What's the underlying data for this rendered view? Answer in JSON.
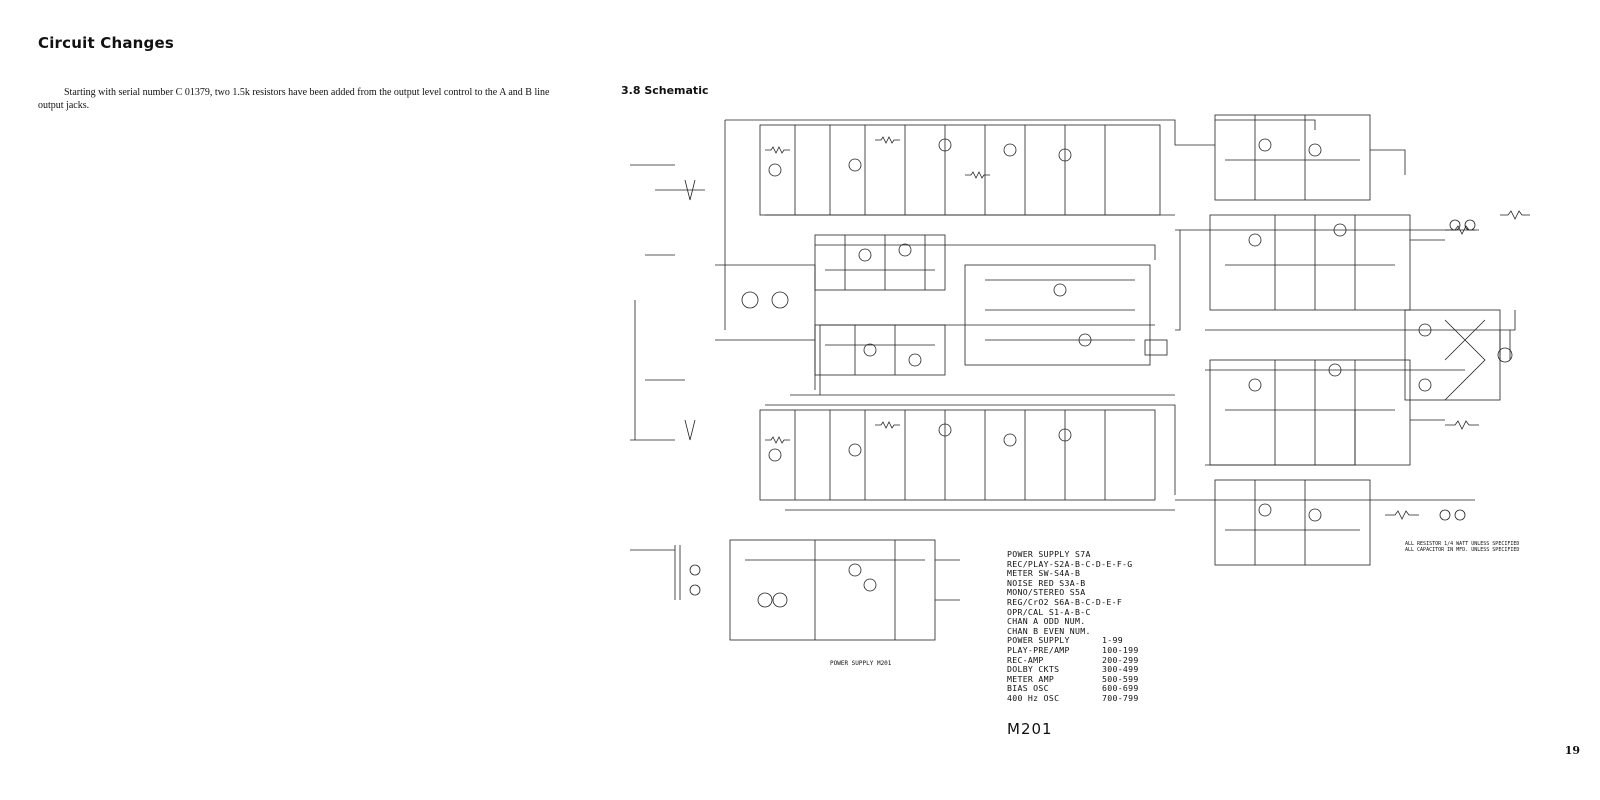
{
  "left_page": {
    "title": "Circuit Changes",
    "paragraph": "Starting with serial number C 01379, two 1.5k resistors have been added from the output level control to the A and B line output jacks."
  },
  "right_page": {
    "section_title": "3.8 Schematic",
    "psu_caption": "POWER SUPPLY M201",
    "resistor_note": [
      "ALL RESISTOR 1/4 WATT UNLESS SPECIFIED",
      "ALL CAPACITOR IN MFD. UNLESS SPECIFIED"
    ],
    "legend": [
      {
        "k": "POWER SUPPLY S7A",
        "v": ""
      },
      {
        "k": "REC/PLAY-S2A-B-C-D-E-F-G",
        "v": ""
      },
      {
        "k": "METER SW-S4A-B",
        "v": ""
      },
      {
        "k": "NOISE RED S3A-B",
        "v": ""
      },
      {
        "k": "MONO/STEREO S5A",
        "v": ""
      },
      {
        "k": "REG/CrO2 S6A-B-C-D-E-F",
        "v": ""
      },
      {
        "k": "OPR/CAL S1-A-B-C",
        "v": ""
      },
      {
        "k": "CHAN A  ODD NUM.",
        "v": ""
      },
      {
        "k": "CHAN B  EVEN NUM.",
        "v": ""
      },
      {
        "k": "POWER SUPPLY",
        "v": "1-99"
      },
      {
        "k": "PLAY-PRE/AMP",
        "v": "100-199"
      },
      {
        "k": "REC-AMP",
        "v": "200-299"
      },
      {
        "k": "DOLBY CKTS",
        "v": "300-499"
      },
      {
        "k": "METER AMP",
        "v": "500-599"
      },
      {
        "k": "BIAS OSC",
        "v": "600-699"
      },
      {
        "k": "400 Hz OSC",
        "v": "700-799"
      }
    ],
    "model": "M201",
    "page_number": "19"
  }
}
